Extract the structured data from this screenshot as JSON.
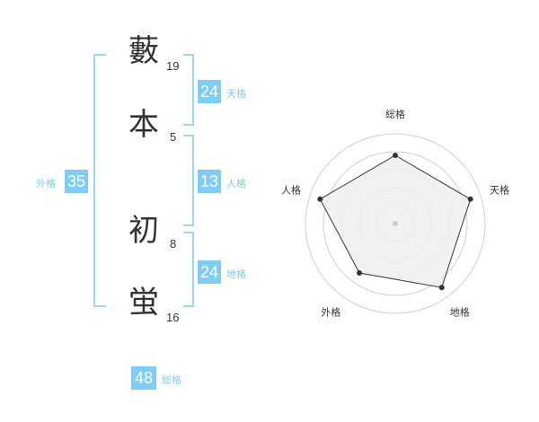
{
  "name": [
    {
      "char": "藪",
      "strokes": "19"
    },
    {
      "char": "本",
      "strokes": "5"
    },
    {
      "char": "初",
      "strokes": "8"
    },
    {
      "char": "蛍",
      "strokes": "16"
    }
  ],
  "kaku": {
    "tenkaku": {
      "value": "24",
      "label": "天格"
    },
    "jinkaku": {
      "value": "13",
      "label": "人格"
    },
    "chikaku": {
      "value": "24",
      "label": "地格"
    },
    "gaikaku": {
      "value": "35",
      "label": "外格"
    },
    "soukaku": {
      "value": "48",
      "label": "総格"
    }
  },
  "colors": {
    "accent": "#7fcdf5",
    "bracket": "#9ad8f8",
    "text": "#333333",
    "radar_fill": "#eeeeee"
  },
  "chart_data": {
    "type": "radar",
    "axes": [
      "総格",
      "天格",
      "地格",
      "外格",
      "人格"
    ],
    "values": [
      3.8,
      4.4,
      4.4,
      3.4,
      4.4
    ],
    "max": 5,
    "rings": 5
  }
}
